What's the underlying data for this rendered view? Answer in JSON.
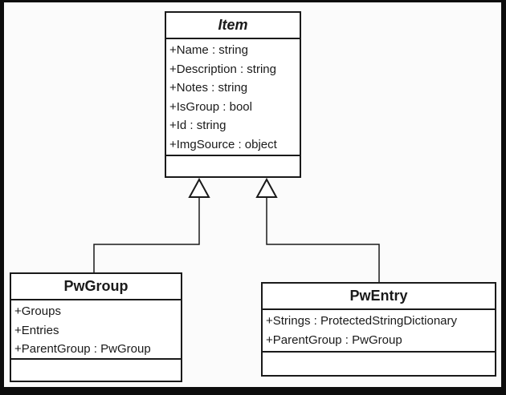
{
  "diagram": {
    "type": "uml-class-diagram",
    "colors": {
      "frame": "#0d0d0d",
      "background": "#fbfbfb",
      "box_fill": "#ffffff",
      "line": "#1a1a1a",
      "text": "#1a1a1a"
    },
    "classes": [
      {
        "name": "Item",
        "abstract": true,
        "attributes": [
          "+Name : string",
          "+Description : string",
          "+Notes : string",
          "+IsGroup : bool",
          "+Id : string",
          "+ImgSource : object"
        ],
        "methods": []
      },
      {
        "name": "PwGroup",
        "abstract": false,
        "attributes": [
          "+Groups",
          "+Entries",
          "+ParentGroup : PwGroup"
        ],
        "methods": []
      },
      {
        "name": "PwEntry",
        "abstract": false,
        "attributes": [
          "+Strings : ProtectedStringDictionary",
          "+ParentGroup : PwGroup"
        ],
        "methods": []
      }
    ],
    "relations": [
      {
        "type": "inheritance",
        "from": "PwGroup",
        "to": "Item"
      },
      {
        "type": "inheritance",
        "from": "PwEntry",
        "to": "Item"
      }
    ]
  }
}
